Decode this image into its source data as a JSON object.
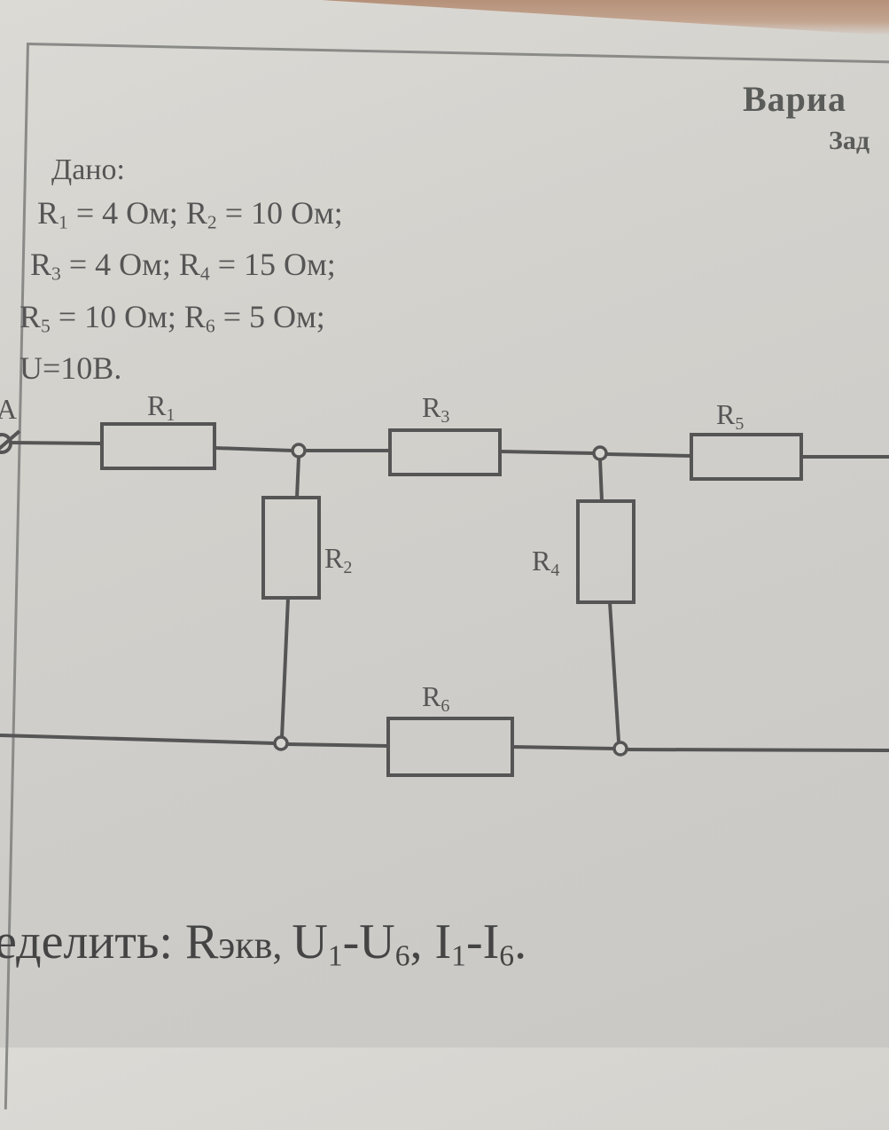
{
  "header": {
    "variant_label": "Вариа",
    "task_label": "Зад"
  },
  "given": {
    "title": "Дано:",
    "lines": [
      {
        "parts": [
          {
            "sym": "R",
            "sub": "1",
            "val": " = 4 Ом; "
          },
          {
            "sym": "R",
            "sub": "2",
            "val": " = 10 Ом;"
          }
        ]
      },
      {
        "parts": [
          {
            "sym": "R",
            "sub": "3",
            "val": " = 4 Ом; "
          },
          {
            "sym": "R",
            "sub": "4",
            "val": " = 15 Ом;"
          }
        ]
      },
      {
        "parts": [
          {
            "sym": "R",
            "sub": "5",
            "val": " = 10 Ом; "
          },
          {
            "sym": "R",
            "sub": "6",
            "val": " = 5 Ом;"
          }
        ]
      }
    ],
    "voltage": "U=10B."
  },
  "circuit": {
    "terminal_label": "A",
    "resistors": [
      {
        "id": "R1",
        "sym": "R",
        "sub": "1",
        "ohms": 4
      },
      {
        "id": "R2",
        "sym": "R",
        "sub": "2",
        "ohms": 10
      },
      {
        "id": "R3",
        "sym": "R",
        "sub": "3",
        "ohms": 4
      },
      {
        "id": "R4",
        "sym": "R",
        "sub": "4",
        "ohms": 15
      },
      {
        "id": "R5",
        "sym": "R",
        "sub": "5",
        "ohms": 10
      },
      {
        "id": "R6",
        "sym": "R",
        "sub": "6",
        "ohms": 5
      }
    ],
    "wire_color": "#555555"
  },
  "find": {
    "prefix": "еделить: ",
    "r_sym": "R",
    "r_suffix": "экв, ",
    "u_sym": "U",
    "u_from": "1",
    "dash1": "-",
    "u_sym2": "U",
    "u_to": "6",
    "sep": ", ",
    "i_sym": "I",
    "i_from": "1",
    "dash2": "-",
    "i_sym2": "I",
    "i_to": "6",
    "end": "."
  }
}
